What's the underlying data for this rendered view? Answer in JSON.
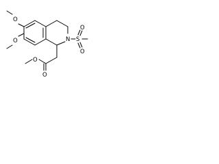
{
  "atoms": {
    "o_methoxy_top": "O",
    "o_methoxy_bottom": "O",
    "n_ring": "N",
    "s_sulfonyl": "S",
    "o_sulfonyl_upper": "O",
    "o_sulfonyl_lower": "O",
    "o_carbonyl": "O",
    "o_ester": "O"
  }
}
